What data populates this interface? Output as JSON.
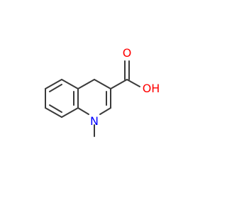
{
  "molecule": {
    "atoms": {
      "oxygen_carbonyl": "O",
      "hydroxyl": "OH",
      "nitrogen": "N"
    },
    "colors": {
      "bond": "#3a3a3a",
      "oxygen": "#ff0000",
      "nitrogen": "#0000ff"
    }
  }
}
